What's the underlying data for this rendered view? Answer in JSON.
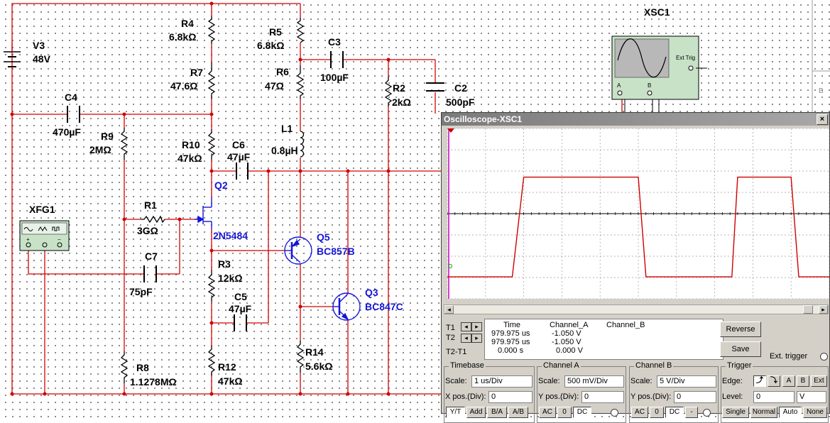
{
  "schematic": {
    "parts": [
      {
        "ref": "V3",
        "value": "48V"
      },
      {
        "ref": "R4",
        "value": "6.8kΩ"
      },
      {
        "ref": "R5",
        "value": "6.8kΩ"
      },
      {
        "ref": "R7",
        "value": "47.6Ω"
      },
      {
        "ref": "R6",
        "value": "47Ω"
      },
      {
        "ref": "C3",
        "value": "100µF"
      },
      {
        "ref": "R2",
        "value": "2kΩ"
      },
      {
        "ref": "C2",
        "value": "500pF"
      },
      {
        "ref": "C4",
        "value": "470µF"
      },
      {
        "ref": "R9",
        "value": "2MΩ"
      },
      {
        "ref": "R10",
        "value": "47kΩ"
      },
      {
        "ref": "C6",
        "value": "47µF"
      },
      {
        "ref": "L1",
        "value": "0.8µH"
      },
      {
        "ref": "R1",
        "value": "3GΩ"
      },
      {
        "ref": "C7",
        "value": "75pF"
      },
      {
        "ref": "R3",
        "value": "12kΩ"
      },
      {
        "ref": "C5",
        "value": "47µF"
      },
      {
        "ref": "R8",
        "value": "1.1278MΩ"
      },
      {
        "ref": "R12",
        "value": "47kΩ"
      },
      {
        "ref": "R14",
        "value": "5.6kΩ"
      }
    ],
    "transistors": [
      {
        "ref": "Q2",
        "value": "2N5484"
      },
      {
        "ref": "Q5",
        "value": "BC857B"
      },
      {
        "ref": "Q3",
        "value": "BC847C"
      }
    ],
    "xfg1": "XFG1",
    "xsc1": "XSC1",
    "xsc1_ext_trig": "Ext Trig",
    "xsc1_a": "A",
    "xsc1_b": "B",
    "border_letter": "B",
    "wire_color": "#d30000",
    "blue_label_color": "#1515d8"
  },
  "scope": {
    "title": "Oscilloscope-XSC1",
    "close": "×",
    "trace_color": "#d00000",
    "chart_data": {
      "type": "line",
      "series": [
        {
          "name": "Channel_A",
          "x": [
            0,
            1.0,
            1.7,
            2.0,
            2.2,
            3.0,
            4.0,
            5.0,
            5.2,
            6.0,
            7.0,
            7.45,
            7.6,
            8.0,
            8.7,
            9.0,
            9.2,
            10.0
          ],
          "y": [
            -1.05,
            -1.05,
            -1.05,
            1.0,
            1.0,
            1.0,
            1.0,
            1.0,
            -1.05,
            -1.05,
            -1.05,
            -1.05,
            1.0,
            1.0,
            1.0,
            1.0,
            -1.05,
            -1.05
          ]
        }
      ],
      "xlim": [
        0,
        10
      ],
      "ylim": [
        -1.5,
        2.0
      ],
      "grid": true
    },
    "readout": {
      "t1": "T1",
      "t2": "T2",
      "t2t1": "T2-T1",
      "col_time": "Time",
      "col_a": "Channel_A",
      "col_b": "Channel_B",
      "r1_time": "979.975 us",
      "r1_a": "-1.050 V",
      "r2_time": "979.975 us",
      "r2_a": "-1.050 V",
      "r3_time": "0.000 s",
      "r3_a": "0.000 V"
    },
    "buttons": {
      "reverse": "Reverse",
      "save": "Save",
      "ext_trigger": "Ext. trigger"
    },
    "timebase": {
      "title": "Timebase",
      "scale_label": "Scale:",
      "scale": "1 us/Div",
      "xpos_label": "X pos.(Div):",
      "xpos": "0",
      "modes": [
        "Y/T",
        "Add",
        "B/A",
        "A/B"
      ]
    },
    "channel_a": {
      "title": "Channel A",
      "scale_label": "Scale:",
      "scale": "500 mV/Div",
      "ypos_label": "Y pos.(Div):",
      "ypos": "0",
      "modes": [
        "AC",
        "0",
        "DC"
      ]
    },
    "channel_b": {
      "title": "Channel B",
      "scale_label": "Scale:",
      "scale": "5  V/Div",
      "ypos_label": "Y pos.(Div):",
      "ypos": "0",
      "modes": [
        "AC",
        "0",
        "DC",
        "-"
      ]
    },
    "trigger": {
      "title": "Trigger",
      "edge_label": "Edge:",
      "sources": [
        "A",
        "B",
        "Ext"
      ],
      "level_label": "Level:",
      "level": "0",
      "unit": "V",
      "modes": [
        "Single",
        "Normal",
        "Auto",
        "None"
      ]
    }
  }
}
